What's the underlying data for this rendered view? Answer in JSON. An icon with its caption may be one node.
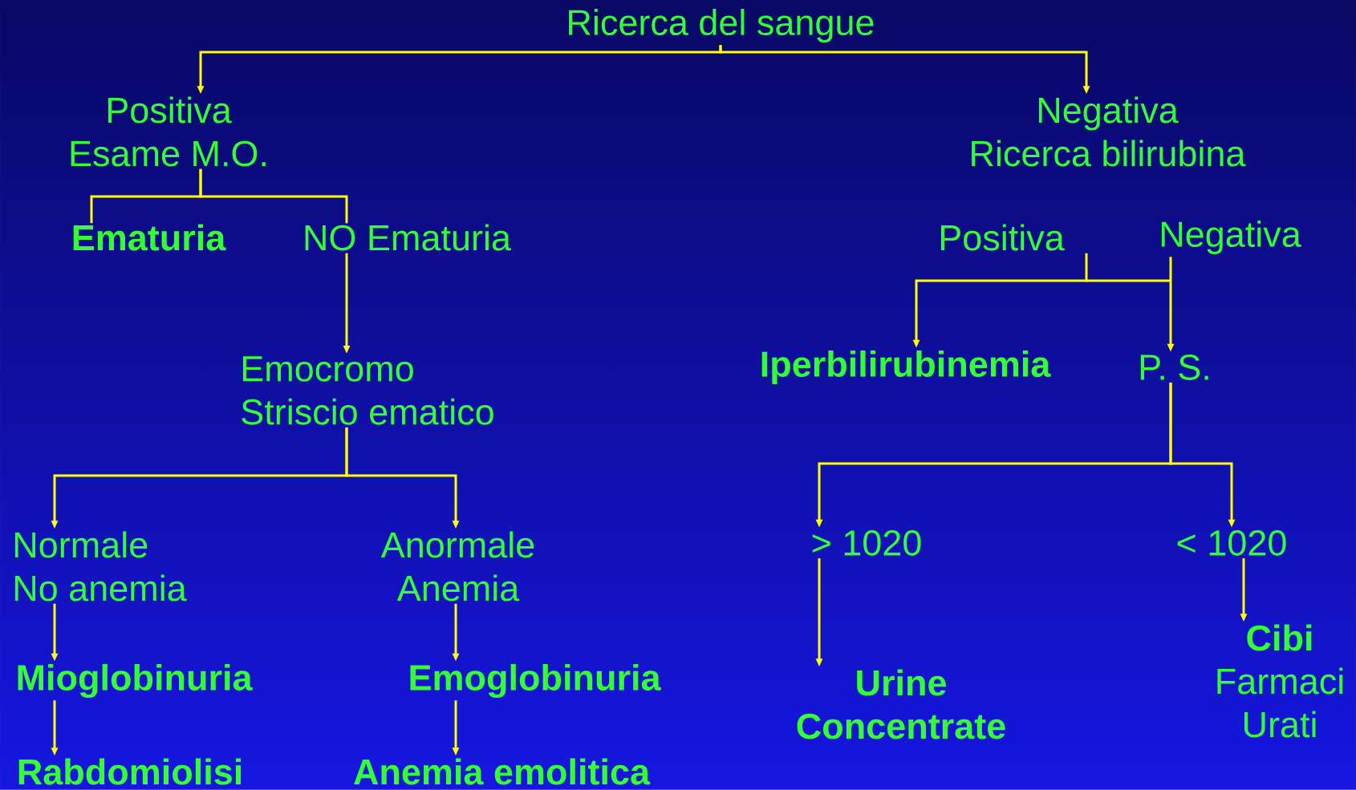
{
  "diagram": {
    "nodes": [
      {
        "text": [
          "Ricerca del sangue"
        ]
      },
      {
        "text": [
          "Positiva",
          "Esame M.O."
        ]
      },
      {
        "text": [
          "Negativa",
          "Ricerca bilirubina"
        ]
      },
      {
        "text": [
          "Ematuria"
        ]
      },
      {
        "text": [
          "NO Ematuria"
        ]
      },
      {
        "text": [
          "Positiva"
        ]
      },
      {
        "text": [
          "Negativa"
        ]
      },
      {
        "text": [
          "Emocromo",
          "Striscio ematico"
        ]
      },
      {
        "text": [
          "Iperbilirubinemia"
        ]
      },
      {
        "text": [
          "P. S."
        ]
      },
      {
        "text": [
          "Normale",
          "No anemia"
        ]
      },
      {
        "text": [
          "Anormale",
          "Anemia"
        ]
      },
      {
        "text": [
          "> 1020"
        ]
      },
      {
        "text": [
          "< 1020"
        ]
      },
      {
        "text": [
          "Mioglobinuria"
        ]
      },
      {
        "text": [
          "Emoglobinuria"
        ]
      },
      {
        "text": [
          "Urine Concentrate"
        ]
      },
      {
        "text": [
          "Cibi",
          "Farmaci",
          "Urati"
        ]
      },
      {
        "text": [
          "Rabdomiolisi"
        ]
      },
      {
        "text": [
          "Anemia emolitica"
        ]
      }
    ],
    "edges": [
      {
        "from": 0,
        "to": 1,
        "arrow": "to"
      },
      {
        "from": 0,
        "to": 2,
        "arrow": "to"
      },
      {
        "from": 1,
        "to": 3,
        "arrow": "none"
      },
      {
        "from": 1,
        "to": 4,
        "arrow": "none"
      },
      {
        "from": 4,
        "to": 7,
        "arrow": "to"
      },
      {
        "from": 7,
        "to": 10,
        "arrow": "to"
      },
      {
        "from": 7,
        "to": 11,
        "arrow": "to"
      },
      {
        "from": 5,
        "to": 8,
        "arrow": "to"
      },
      {
        "from": 6,
        "to": 9,
        "arrow": "to"
      },
      {
        "from": 9,
        "to": 12,
        "arrow": "to"
      },
      {
        "from": 9,
        "to": 13,
        "arrow": "to"
      },
      {
        "from": 10,
        "to": 14,
        "arrow": "to"
      },
      {
        "from": 14,
        "to": 18,
        "arrow": "to"
      },
      {
        "from": 11,
        "to": 15,
        "arrow": "to"
      },
      {
        "from": 15,
        "to": 19,
        "arrow": "to"
      },
      {
        "from": 12,
        "to": 16,
        "arrow": "to"
      },
      {
        "from": 13,
        "to": 17,
        "arrow": "to"
      }
    ]
  }
}
